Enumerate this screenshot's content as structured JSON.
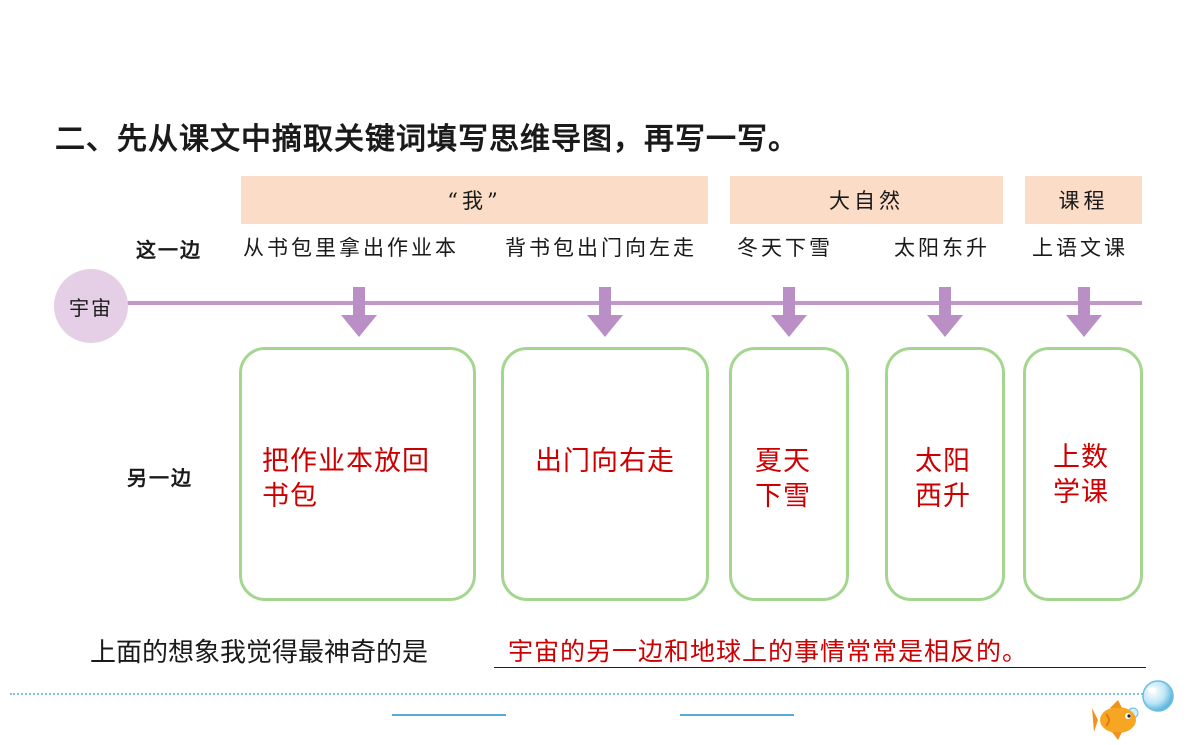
{
  "title": "二、先从课文中摘取关键词填写思维导图，再写一写。",
  "categories": [
    "“我”",
    "大自然",
    "课程"
  ],
  "center": "宇宙",
  "this_side": {
    "label": "这一边",
    "items": [
      "从书包里拿出作业本",
      "背书包出门向左走",
      "冬天下雪",
      "太阳东升",
      "上语文课"
    ]
  },
  "other_side": {
    "label": "另一边",
    "answers": [
      {
        "line1": "把作业本放回",
        "line2": "书包"
      },
      {
        "line1": "出门向右走",
        "line2": ""
      },
      {
        "line1": "夏天",
        "line2": "下雪"
      },
      {
        "line1": "太阳",
        "line2": "西升"
      },
      {
        "line1": "上数",
        "line2": "学课"
      }
    ]
  },
  "sentence": {
    "prompt": "上面的想象我觉得最神奇的是",
    "answer": "宇宙的另一边和地球上的事情常常是相反的。"
  },
  "colors": {
    "category_fill": "#fbdcc6",
    "axis": "#c397c9",
    "arrow": "#b98fc6",
    "box_border": "#a5d690",
    "answer_red": "#cc0000"
  }
}
